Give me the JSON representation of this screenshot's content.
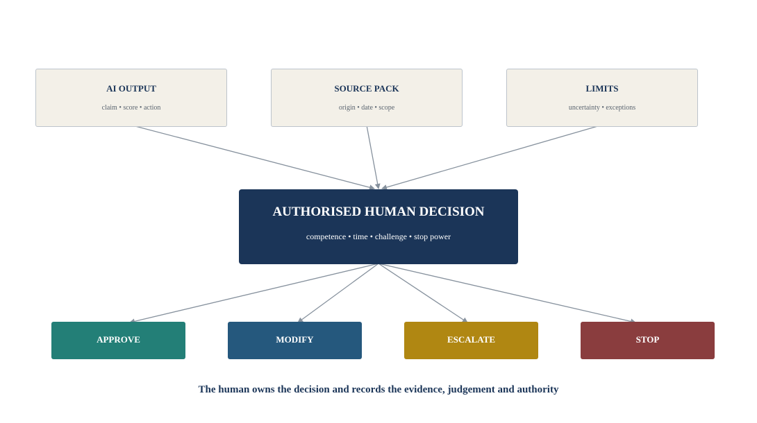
{
  "inputs": [
    {
      "title": "AI OUTPUT",
      "subtitle": "claim • score • action"
    },
    {
      "title": "SOURCE PACK",
      "subtitle": "origin • date • scope"
    },
    {
      "title": "LIMITS",
      "subtitle": "uncertainty • exceptions"
    }
  ],
  "decision": {
    "title": "AUTHORISED HUMAN DECISION",
    "subtitle": "competence • time • challenge • stop power"
  },
  "outcomes": [
    {
      "label": "APPROVE",
      "color": "#237f77"
    },
    {
      "label": "MODIFY",
      "color": "#25587d"
    },
    {
      "label": "ESCALATE",
      "color": "#b08712"
    },
    {
      "label": "STOP",
      "color": "#8a3d3e"
    }
  ],
  "caption": "The human owns the decision and records the evidence, judgement and authority",
  "colors": {
    "connector": "#86919d",
    "navy": "#1b3558",
    "input_fill": "#f3f0e8",
    "input_border": "#bcc3cb"
  }
}
